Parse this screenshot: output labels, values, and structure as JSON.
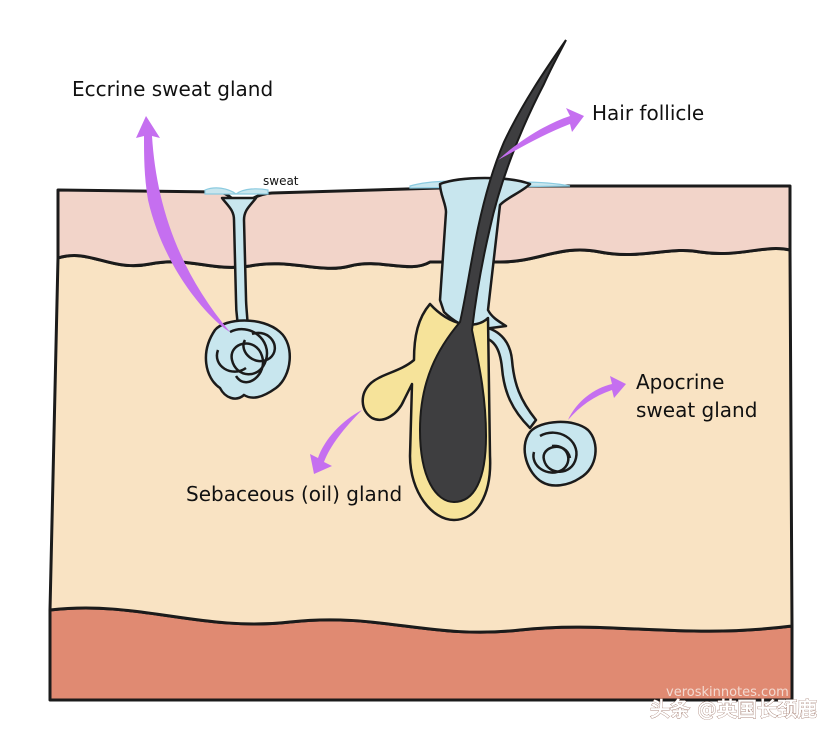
{
  "labels": {
    "eccrine": "Eccrine sweat gland",
    "sweat": "sweat",
    "hair_follicle": "Hair follicle",
    "apocrine_line1": "Apocrine",
    "apocrine_line2": "sweat gland",
    "sebaceous": "Sebaceous (oil) gland"
  },
  "watermark": {
    "url": "veroskinnotes.com",
    "source": "头条 @英国长颈鹿"
  },
  "colors": {
    "epidermis": "#f2d4c9",
    "dermis": "#f9e3c3",
    "hypodermis": "#e08a72",
    "gland": "#c8e6ee",
    "sebaceous": "#f6e39a",
    "hair": "#3e3e40",
    "arrow": "#c56ff0",
    "outline": "#1b1b1b"
  }
}
